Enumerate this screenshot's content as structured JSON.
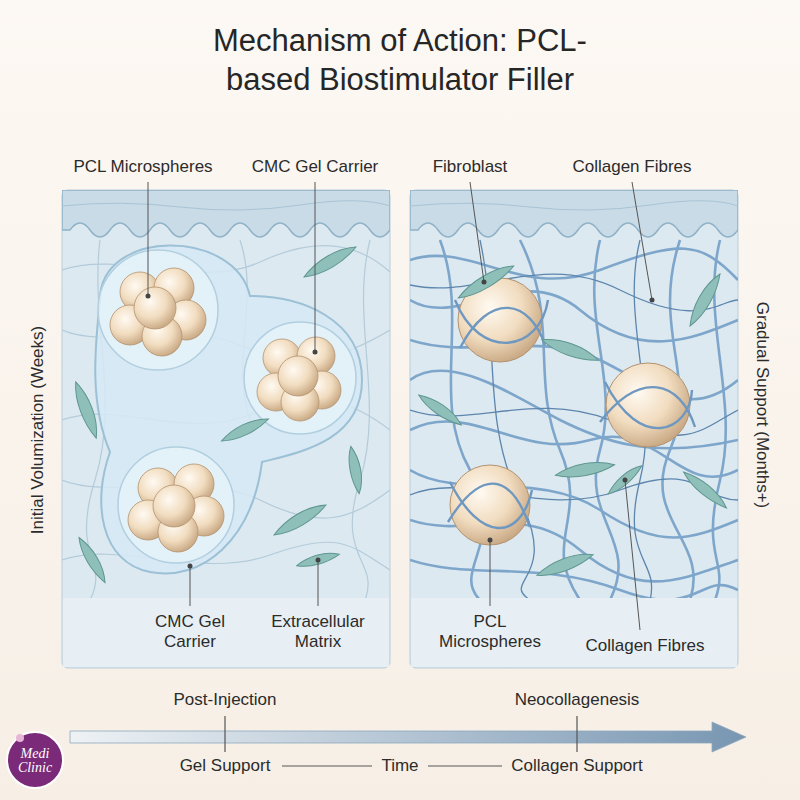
{
  "diagram": {
    "title": "Mechanism of Action: PCL-based Biostimulator Filler",
    "labels": [
      "PCL Microspheres",
      "CMC Gel Carrier",
      "Fibroblast",
      "Collagen Fibres",
      "Initial Volumization (Weeks)",
      "Gradual Support (Months+)",
      "CMC Gel Carrier",
      "Extracellular Matrix",
      "PCL Microspheres",
      "Collagen Fibres",
      "Post-Injection",
      "Neocollagenesis",
      "Gel Support",
      "Time",
      "Collagen Support",
      "Medi Clinic"
    ]
  }
}
